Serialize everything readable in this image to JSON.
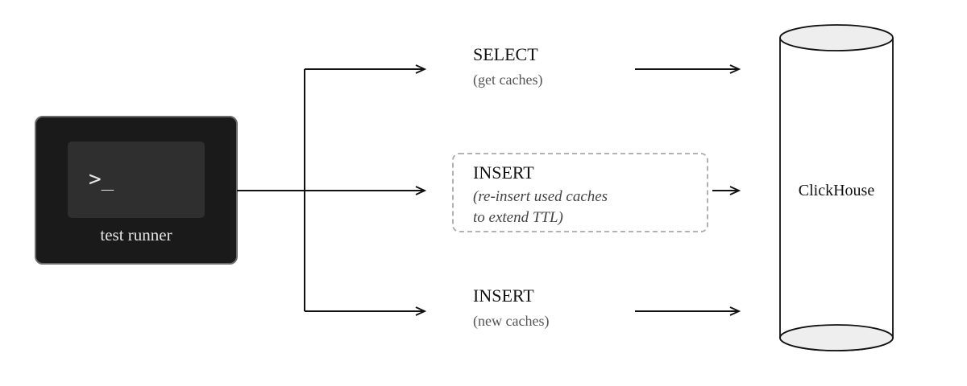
{
  "runner": {
    "prompt": ">_",
    "label": "test runner"
  },
  "operations": [
    {
      "title": "SELECT",
      "subtitle": "(get caches)"
    },
    {
      "title": "INSERT",
      "subtitle_line1": "(re-insert used caches",
      "subtitle_line2": "to extend TTL)"
    },
    {
      "title": "INSERT",
      "subtitle": "(new caches)"
    }
  ],
  "database": {
    "label": "ClickHouse"
  },
  "colors": {
    "runner_bg": "#1a1a1a",
    "runner_screen": "#2f2f2f",
    "line": "#111111",
    "dashed_border": "#aaaaaa",
    "cylinder_cap": "#eeeeee"
  }
}
